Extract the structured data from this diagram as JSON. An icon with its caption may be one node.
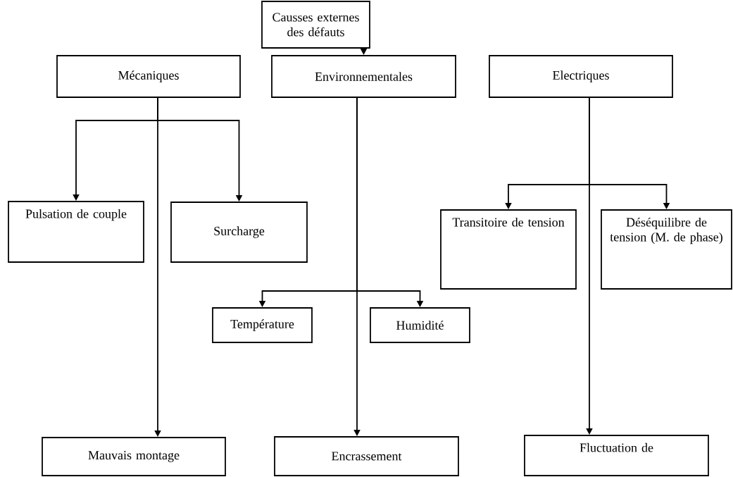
{
  "diagram": {
    "nodes": [
      {
        "text": [
          "Causses externes des défauts"
        ]
      },
      {
        "text": [
          "Mécaniques"
        ]
      },
      {
        "text": [
          "Environnementales"
        ]
      },
      {
        "text": [
          "Electriques"
        ]
      },
      {
        "text": [
          "Pulsation de couple"
        ]
      },
      {
        "text": [
          "Surcharge"
        ]
      },
      {
        "text": [
          "Transitoire de tension"
        ]
      },
      {
        "text": [
          "Déséquilibre de tension (M. de phase)"
        ]
      },
      {
        "text": [
          "Température"
        ]
      },
      {
        "text": [
          "Humidité"
        ]
      },
      {
        "text": [
          "Mauvais montage"
        ]
      },
      {
        "text": [
          "Encrassement"
        ]
      },
      {
        "text": [
          "Fluctuation de"
        ]
      }
    ],
    "edges": [
      {
        "from": 0,
        "to": 2,
        "arrow": "to"
      },
      {
        "from": 1,
        "to": 4,
        "arrow": "to"
      },
      {
        "from": 1,
        "to": 5,
        "arrow": "to"
      },
      {
        "from": 1,
        "to": 10,
        "arrow": "to"
      },
      {
        "from": 2,
        "to": 8,
        "arrow": "to"
      },
      {
        "from": 2,
        "to": 9,
        "arrow": "to"
      },
      {
        "from": 2,
        "to": 11,
        "arrow": "to"
      },
      {
        "from": 3,
        "to": 6,
        "arrow": "to"
      },
      {
        "from": 3,
        "to": 7,
        "arrow": "to"
      },
      {
        "from": 3,
        "to": 12,
        "arrow": "to"
      }
    ]
  }
}
